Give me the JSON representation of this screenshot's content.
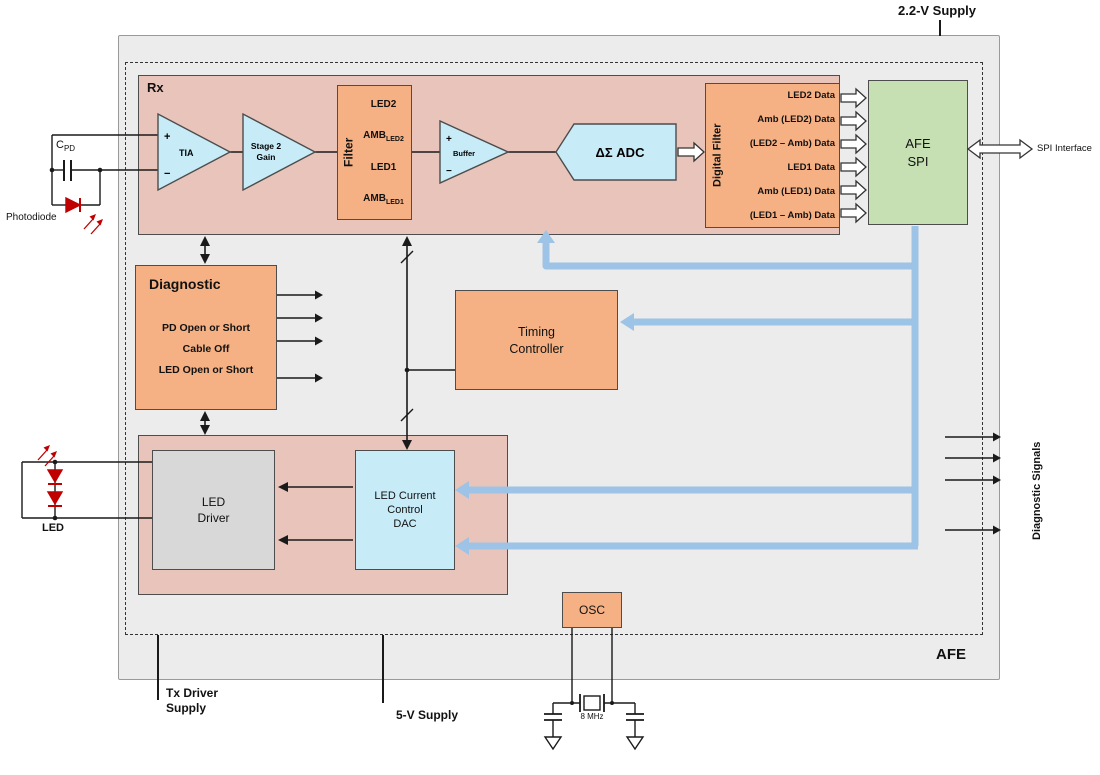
{
  "labels": {
    "supply_2v2": "2.2-V Supply",
    "spi_interface": "SPI Interface",
    "diagnostic_signals": "Diagnostic Signals",
    "afe": "AFE",
    "rx": "Rx",
    "tx_driver_supply": "Tx Driver Supply",
    "supply_5v": "5-V Supply",
    "photodiode": "Photodiode",
    "cpd_main": "C",
    "cpd_sub": "PD",
    "led": "LED",
    "osc_freq": "8 MHz"
  },
  "blocks": {
    "tia": {
      "label": "TIA",
      "plus": "+",
      "minus": "−"
    },
    "stage2": {
      "line1": "Stage 2",
      "line2": "Gain"
    },
    "filter": {
      "title": "Filter",
      "channels": [
        {
          "base": "LED2",
          "sub": ""
        },
        {
          "base": "AMB",
          "sub": "LED2"
        },
        {
          "base": "LED1",
          "sub": ""
        },
        {
          "base": "AMB",
          "sub": "LED1"
        }
      ]
    },
    "buffer": {
      "label": "Buffer",
      "plus": "+",
      "minus": "−"
    },
    "adc": {
      "label": "ΔΣ ADC"
    },
    "digital_filter": {
      "title": "Digital Filter",
      "outputs": [
        "LED2 Data",
        "Amb (LED2) Data",
        "(LED2 – Amb) Data",
        "LED1 Data",
        "Amb (LED1) Data",
        "(LED1 – Amb) Data"
      ]
    },
    "afe_spi": {
      "line1": "AFE",
      "line2": "SPI"
    },
    "diagnostic": {
      "title": "Diagnostic",
      "items": [
        "PD Open or Short",
        "Cable Off",
        "LED Open or Short"
      ]
    },
    "timing": {
      "line1": "Timing",
      "line2": "Controller"
    },
    "led_driver": {
      "line1": "LED",
      "line2": "Driver"
    },
    "led_dac": {
      "line1": "LED Current",
      "line2": "Control",
      "line3": "DAC"
    },
    "osc": {
      "label": "OSC"
    }
  },
  "colors": {
    "orange_block": "#F5B183",
    "pink_block": "#E9C4BB",
    "cyan_block": "#C7ECF8",
    "green_block": "#C6E0B4",
    "gray_block": "#D8D8D8",
    "outer_gray": "#ECECEC",
    "blue_bus": "#9DC3E6",
    "red_symbol": "#C00000"
  }
}
